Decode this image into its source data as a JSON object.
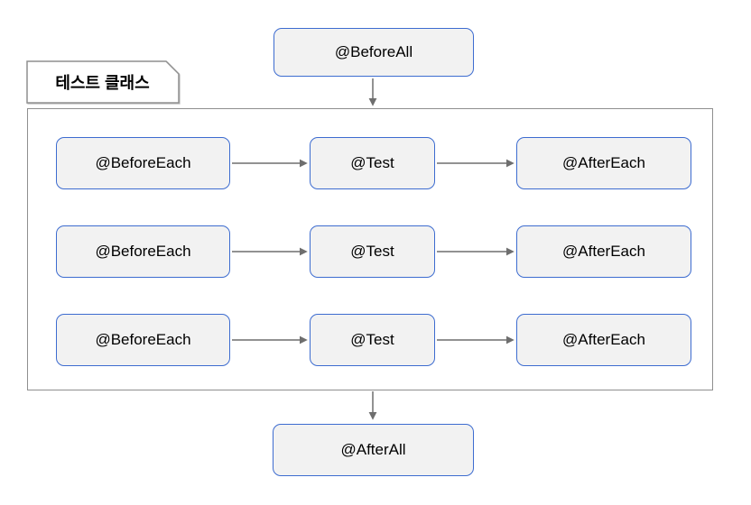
{
  "diagram": {
    "before_all_label": "@BeforeAll",
    "test_class_label": "테스트 클래스",
    "rows": [
      {
        "before_each": "@BeforeEach",
        "test": "@Test",
        "after_each": "@AfterEach"
      },
      {
        "before_each": "@BeforeEach",
        "test": "@Test",
        "after_each": "@AfterEach"
      },
      {
        "before_each": "@BeforeEach",
        "test": "@Test",
        "after_each": "@AfterEach"
      }
    ],
    "after_all_label": "@AfterAll",
    "colors": {
      "node_fill": "#f2f2f2",
      "node_border": "#3d6cd0",
      "arrow": "#6e6e6e",
      "frame_border": "#8f8f8f",
      "text": "#000000",
      "background": "#ffffff"
    }
  }
}
